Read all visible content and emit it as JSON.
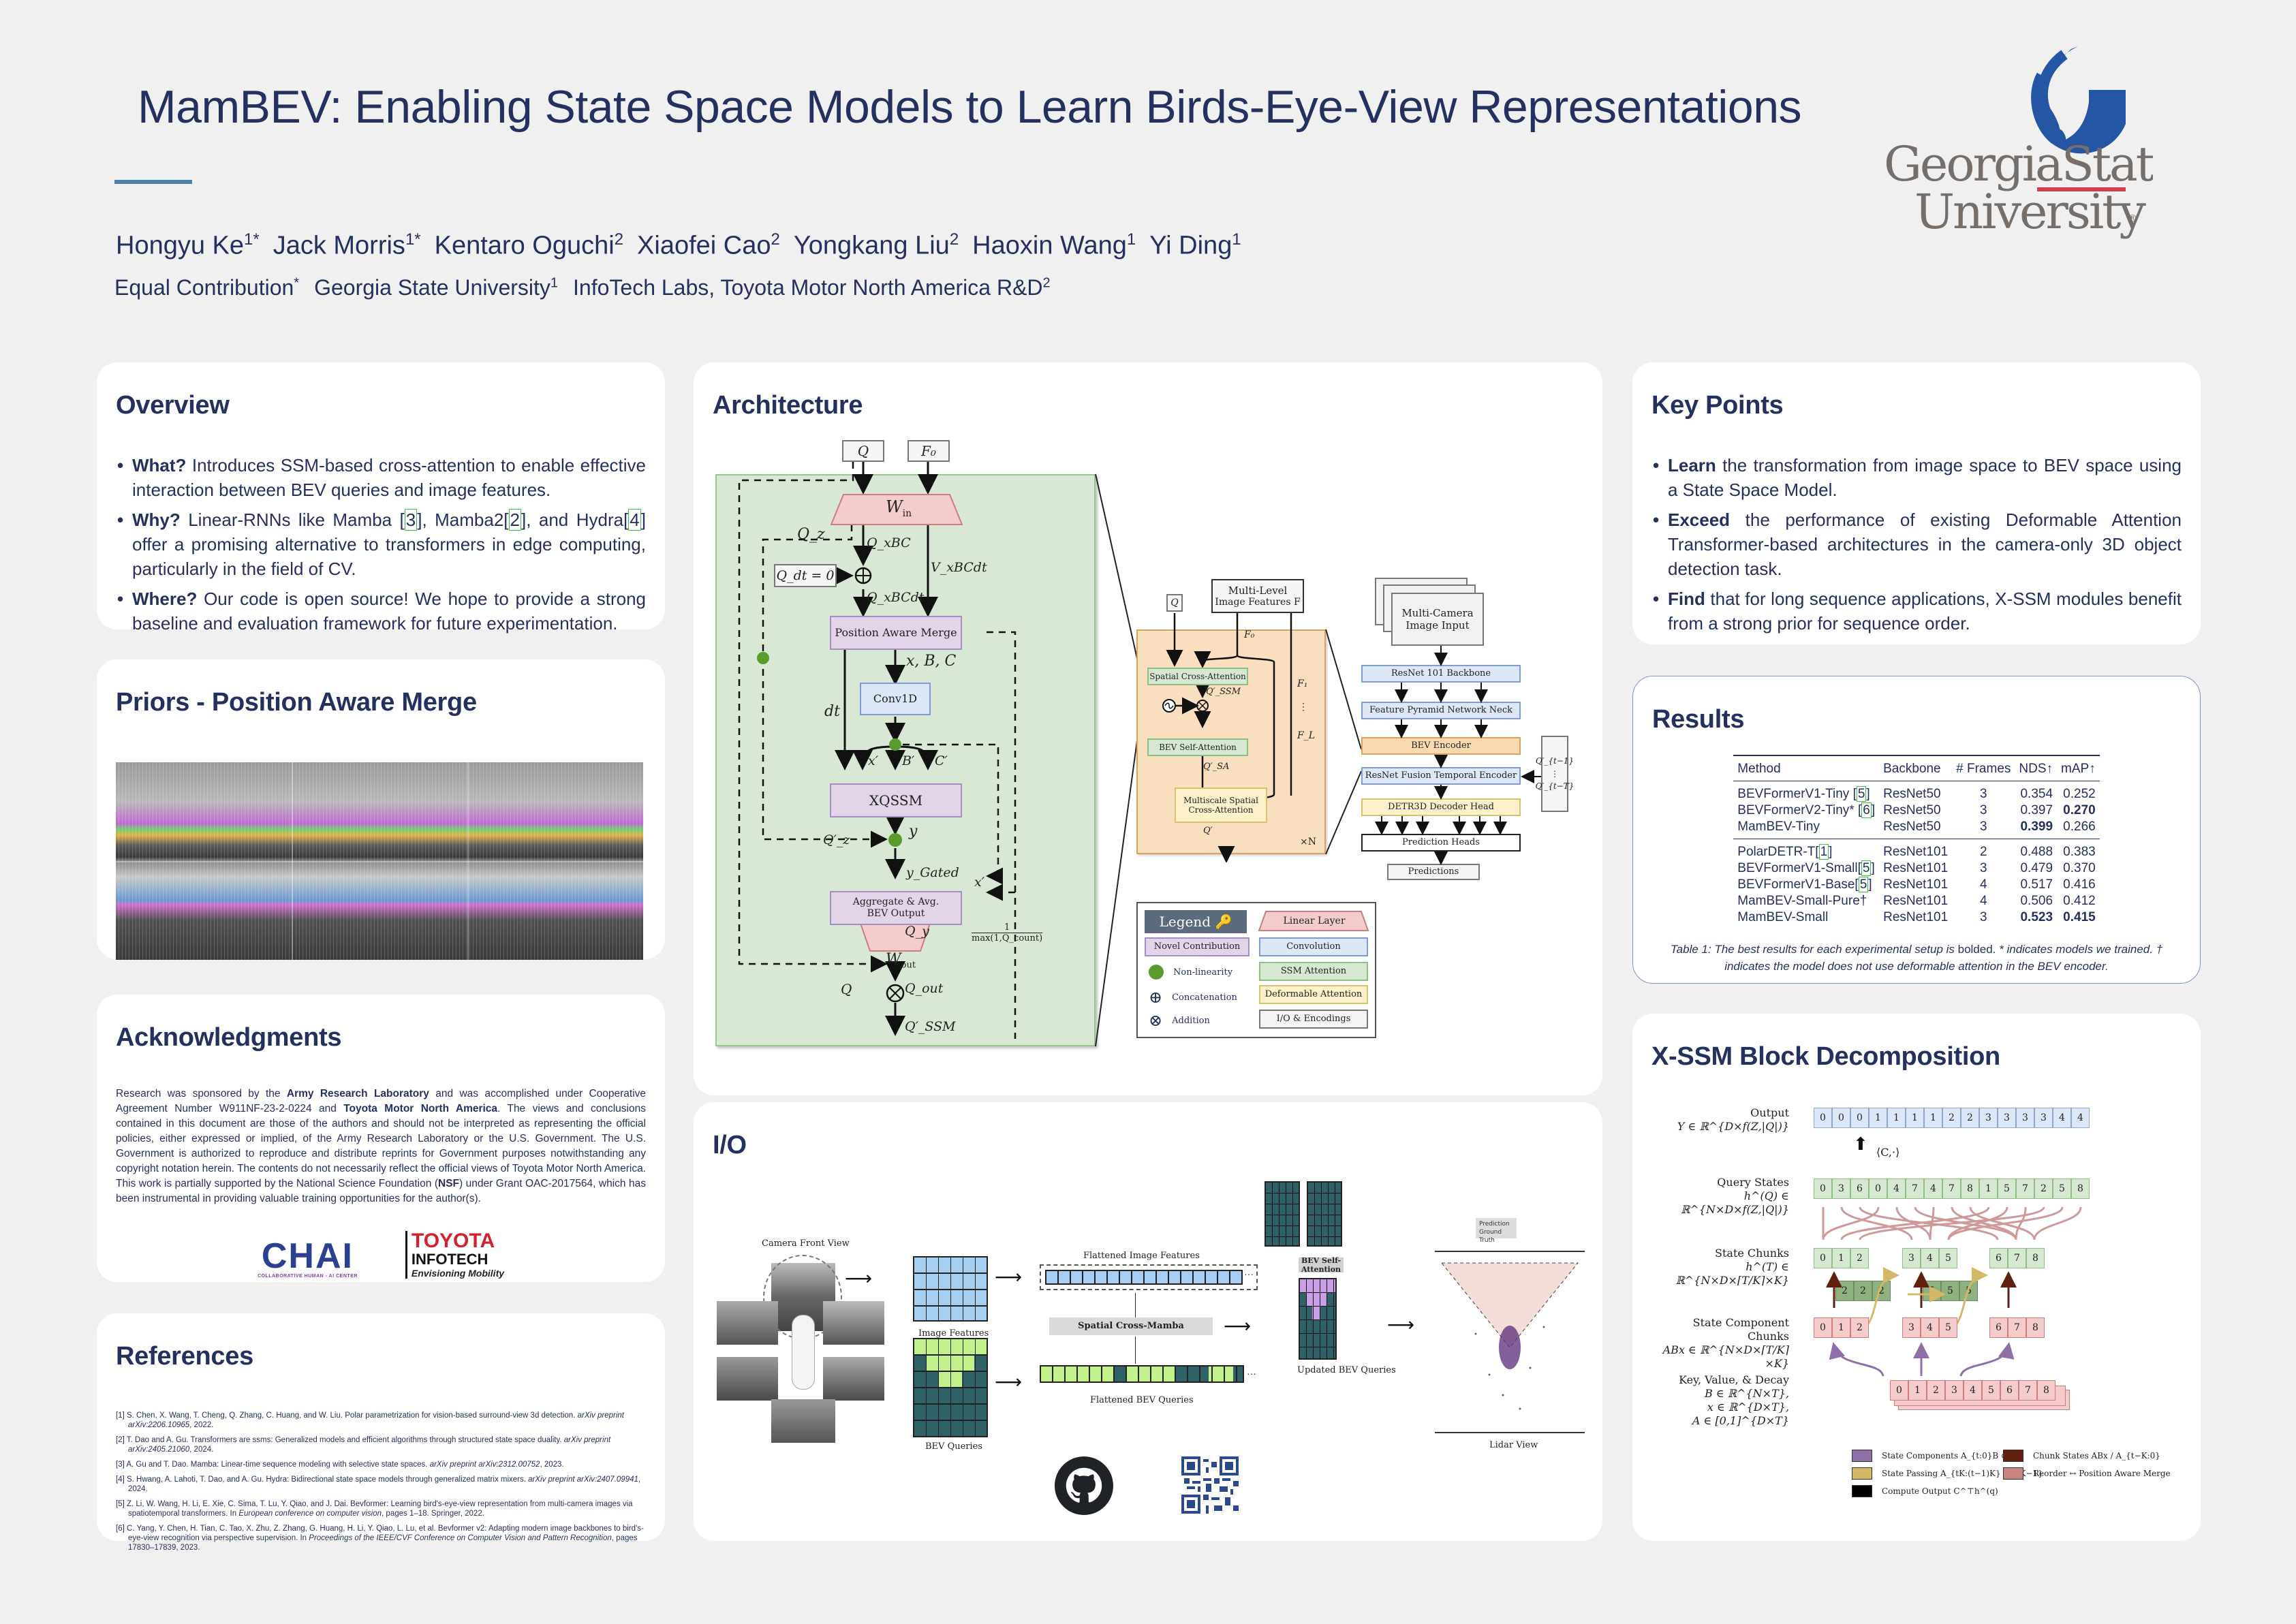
{
  "header": {
    "title": "MamBEV: Enabling State Space Models to Learn Birds-Eye-View Representations",
    "authors": [
      {
        "name": "Hongyu Ke",
        "mark": "1*"
      },
      {
        "name": "Jack Morris",
        "mark": "1*"
      },
      {
        "name": "Kentaro Oguchi",
        "mark": "2"
      },
      {
        "name": "Xiaofei Cao",
        "mark": "2"
      },
      {
        "name": "Yongkang Liu",
        "mark": "2"
      },
      {
        "name": "Haoxin Wang",
        "mark": "1"
      },
      {
        "name": "Yi Ding",
        "mark": "1"
      }
    ],
    "affiliations": [
      {
        "name": "Equal Contribution",
        "mark": "*"
      },
      {
        "name": "Georgia State University",
        "mark": "1"
      },
      {
        "name": "InfoTech Labs, Toyota Motor North America R&D",
        "mark": "2"
      }
    ],
    "logo": {
      "line1": "GeorgiaState",
      "line2": "University",
      "registered": "®",
      "flame_color": "#2456a4",
      "text_color": "#766f69",
      "rule_color": "#d43f4b"
    }
  },
  "overview": {
    "title": "Overview",
    "items": [
      {
        "lead": "What?",
        "text": " Introduces SSM-based cross-attention to enable effective interaction between BEV queries and image features."
      },
      {
        "lead": "Why?",
        "pre": " Linear-RNNs like Mamba [",
        "r1": "3",
        "mid1": "], Mamba2[",
        "r2": "2",
        "mid2": "], and Hydra[",
        "r3": "4",
        "post": "] offer a promising alternative to transformers in edge computing, particularly in the field of CV."
      },
      {
        "lead": "Where?",
        "text": " Our code is open source! We hope to provide a strong baseline and evaluation framework for future experimentation."
      }
    ]
  },
  "priors": {
    "title": "Priors - Position Aware Merge",
    "image_alt": "Six-camera surround view with projected colored point priors"
  },
  "acknowledgments": {
    "title": "Acknowledgments",
    "p1": "Research was sponsored by the ",
    "b1": "Army Research Laboratory",
    "p2": " and was accomplished under Cooperative Agreement Number W911NF-23-2-0224 and ",
    "b2": "Toyota Motor North America",
    "p3": ".  The views and conclusions contained in this document are those of the authors and should not be interpreted as representing the official policies, either expressed or implied, of the Army Research Laboratory or the U.S. Government.  The U.S. Government is authorized to reproduce and distribute reprints for Government purposes notwithstanding any copyright notation herein.  The contents do not necessarily reflect the official views of Toyota Motor North America.  This work is partially supported by the National Science Foundation (",
    "b3": "NSF",
    "p4": ") under Grant OAC-2017564, which has been instrumental in providing valuable training opportunities for the author(s).",
    "chai": {
      "big": "CHAI",
      "small": "COLLABORATIVE HUMAN - AI CENTER"
    },
    "toyota": {
      "t1": "TOYOTA",
      "t2": "INFOTECH",
      "t3": "Envisioning Mobility"
    }
  },
  "references": {
    "title": "References",
    "items": [
      {
        "num": "[1]",
        "text": "S. Chen, X. Wang, T. Cheng, Q. Zhang, C. Huang, and W. Liu. Polar parametrization for vision-based surround-view 3d detection. ",
        "venue": "arXiv preprint arXiv:2206.10965",
        "tail": ", 2022."
      },
      {
        "num": "[2]",
        "text": "T. Dao and A. Gu. Transformers are ssms: Generalized models and efficient algorithms through structured state space duality. ",
        "venue": "arXiv preprint arXiv:2405.21060",
        "tail": ", 2024."
      },
      {
        "num": "[3]",
        "text": "A. Gu and T. Dao. Mamba: Linear-time sequence modeling with selective state spaces. ",
        "venue": "arXiv preprint arXiv:2312.00752",
        "tail": ", 2023."
      },
      {
        "num": "[4]",
        "text": "S. Hwang, A. Lahoti, T. Dao, and A. Gu. Hydra: Bidirectional state space models through generalized matrix mixers. ",
        "venue": "arXiv preprint arXiv:2407.09941",
        "tail": ", 2024."
      },
      {
        "num": "[5]",
        "text": "Z. Li, W. Wang, H. Li, E. Xie, C. Sima, T. Lu, Y. Qiao, and J. Dai. Bevformer: Learning bird's-eye-view representation from multi-camera images via spatiotemporal transformers. In ",
        "venue": "European conference on computer vision",
        "tail": ", pages 1–18. Springer, 2022."
      },
      {
        "num": "[6]",
        "text": "C. Yang, Y. Chen, H. Tian, C. Tao, X. Zhu, Z. Zhang, G. Huang, H. Li, Y. Qiao, L. Lu, et al. Bevformer v2: Adapting modern image backbones to bird's-eye-view recognition via perspective supervision. In ",
        "venue": "Proceedings of the IEEE/CVF Conference on Computer Vision and Pattern Recognition",
        "tail": ", pages 17830–17839, 2023."
      }
    ]
  },
  "architecture": {
    "title": "Architecture",
    "block": {
      "q": "Q",
      "f0": "F₀",
      "w_in": "W",
      "w_in_sub": "in",
      "qz": "Q_z",
      "qxbc": "Q_xBC",
      "vxbcdt": "V_xBCdt",
      "qdt": "Q_dt = 0",
      "qxbcdt": "Q_xBCdt",
      "pam": "Position Aware Merge",
      "xbc": "x, B, C",
      "conv": "Conv1D",
      "dt": "dt",
      "xp": "x′",
      "bp": "B′",
      "cp": "C′",
      "xqssm": "XQSSM",
      "y": "y",
      "qzp": "Q′_z",
      "ygated": "y_Gated",
      "agg1": "Aggregate & Avg.",
      "agg2": "BEV Output",
      "xp2": "x′",
      "frac_num": "1",
      "frac_den": "max(1,Q_count)",
      "qy": "Q_y",
      "w_out": "W",
      "w_out_sub": "out",
      "qout": "Q_out",
      "q2": "Q",
      "qssm": "Q′_SSM",
      "sigma": "σ",
      "star": "*"
    },
    "encoder": {
      "q": "Q",
      "mlf1": "Multi-Level",
      "mlf2": "Image Features F",
      "f0": "F₀",
      "f1": "F₁",
      "vdots": "⋮",
      "fl": "F_L",
      "sca": "Spatial Cross-Attention",
      "qssm": "Q′_SSM",
      "bsa": "BEV Self-Attention",
      "qsa": "Q′_SA",
      "msca1": "Multiscale Spatial",
      "msca2": "Cross-Attention",
      "qp": "Q′",
      "xn": "×N"
    },
    "pipeline": {
      "mci1": "Multi-Camera",
      "mci2": "Image Input",
      "backbone": "ResNet 101 Backbone",
      "fpn": "Feature Pyramid Network Neck",
      "bev_enc": "BEV Encoder",
      "temporal": "ResNet Fusion Temporal Encoder",
      "decoder": "DETR3D Decoder Head",
      "heads": "Prediction Heads",
      "preds": "Predictions",
      "qt1": "Q′_{t−1}",
      "qvd": "⋮",
      "qtT": "Q′_{t−T}"
    },
    "legend": {
      "title": "Legend 🔑",
      "items": [
        "Linear Layer",
        "Novel Contribution",
        "Convolution",
        "Non-linearity",
        "SSM Attention",
        "Concatenation",
        "Deformable Attention",
        "Addition",
        "I/O & Encodings"
      ]
    }
  },
  "io": {
    "title": "I/O",
    "camera_front": "Camera Front View",
    "image_features": "Image Features",
    "flat_img": "Flattened Image Features",
    "scm": "Spatial Cross-Mamba",
    "bev_queries": "BEV Queries",
    "flat_bev": "Flattened BEV Queries",
    "bsa": "BEV Self-Attention",
    "updated": "Updated BEV Queries",
    "lidar": "Lidar View",
    "legend_pred": "Prediction",
    "legend_gt": "Ground Truth",
    "ellipsis": "···",
    "github_icon": "github-icon",
    "qr_icon": "qr-code"
  },
  "key_points": {
    "title": "Key Points",
    "items": [
      {
        "lead": "Learn",
        "text": " the transformation from image space to BEV space using a State Space Model."
      },
      {
        "lead": "Exceed",
        "text": " the performance of existing Deformable Attention Transformer-based architectures in the camera-only 3D object detection task."
      },
      {
        "lead": "Find",
        "text": " that for long sequence applications, X-SSM modules benefit from a strong prior for sequence order."
      }
    ]
  },
  "results": {
    "title": "Results",
    "columns": [
      "Method",
      "Backbone",
      "# Frames",
      "NDS↑",
      "mAP↑"
    ],
    "groups": [
      [
        {
          "method": "BEVFormerV1-Tiny ",
          "ref": "5",
          "backbone": "ResNet50",
          "frames": "3",
          "nds": "0.354",
          "map": "0.252",
          "nds_bold": false,
          "map_bold": false
        },
        {
          "method": "BEVFormerV2-Tiny* ",
          "ref": "6",
          "backbone": "ResNet50",
          "frames": "3",
          "nds": "0.397",
          "map": "0.270",
          "nds_bold": false,
          "map_bold": true
        },
        {
          "method": "MamBEV-Tiny",
          "ref": "",
          "backbone": "ResNet50",
          "frames": "3",
          "nds": "0.399",
          "map": "0.266",
          "nds_bold": true,
          "map_bold": false
        }
      ],
      [
        {
          "method": "PolarDETR-T",
          "ref": "1",
          "backbone": "ResNet101",
          "frames": "2",
          "nds": "0.488",
          "map": "0.383",
          "nds_bold": false,
          "map_bold": false
        },
        {
          "method": "BEVFormerV1-Small",
          "ref": "5",
          "backbone": "ResNet101",
          "frames": "3",
          "nds": "0.479",
          "map": "0.370",
          "nds_bold": false,
          "map_bold": false
        },
        {
          "method": "BEVFormerV1-Base",
          "ref": "5",
          "backbone": "ResNet101",
          "frames": "4",
          "nds": "0.517",
          "map": "0.416",
          "nds_bold": false,
          "map_bold": false
        },
        {
          "method": "MamBEV-Small-Pure†",
          "ref": "",
          "backbone": "ResNet101",
          "frames": "4",
          "nds": "0.506",
          "map": "0.412",
          "nds_bold": false,
          "map_bold": false
        },
        {
          "method": "MamBEV-Small",
          "ref": "",
          "backbone": "ResNet101",
          "frames": "3",
          "nds": "0.523",
          "map": "0.415",
          "nds_bold": true,
          "map_bold": true
        }
      ]
    ],
    "caption_label": "Table 1:",
    "caption_a": " The best results for each experimental setup is ",
    "caption_b": "bolded.",
    "caption_c": " * indicates models we trained. † indicates the model does not use deformable attention in the BEV encoder."
  },
  "xssm": {
    "title": "X-SSM Block Decomposition",
    "output_label": "Output",
    "output_math": "Y ∈ ℝ^{D×f(Z,|Q|)}",
    "output_cells": [
      "0",
      "0",
      "0",
      "1",
      "1",
      "1",
      "1",
      "2",
      "2",
      "3",
      "3",
      "3",
      "3",
      "4",
      "4"
    ],
    "compute_label": "⟨C,·⟩",
    "query_label": "Query States",
    "query_math": "h^(Q) ∈ ℝ^{N×D×f(Z,|Q|)}",
    "query_cells": [
      "0",
      "3",
      "6",
      "0",
      "4",
      "7",
      "4",
      "7",
      "8",
      "1",
      "5",
      "7",
      "2",
      "5",
      "8"
    ],
    "chunk_label": "State Chunks",
    "chunk_math": "h^(T) ∈ ℝ^{N×D×⌈T/K⌉×K}",
    "chunk_cells": [
      [
        "0",
        "1",
        "2"
      ],
      [
        "3",
        "4",
        "5"
      ],
      [
        "6",
        "7",
        "8"
      ]
    ],
    "pass_cells": [
      [
        "2",
        "2",
        "2"
      ],
      [
        "5",
        "5",
        "5"
      ]
    ],
    "comp_label": "State Component Chunks",
    "comp_math": "ABx ∈ ℝ^{N×D×⌈T/K⌉×K}",
    "comp_cells": [
      [
        "0",
        "1",
        "2"
      ],
      [
        "3",
        "4",
        "5"
      ],
      [
        "6",
        "7",
        "8"
      ]
    ],
    "kvd_label": "Key, Value, & Decay",
    "kvd_math1": "B ∈ ℝ^{N×T},",
    "kvd_math2": "x ∈ ℝ^{D×T},",
    "kvd_math3": "A ∈ [0,1]^{D×T}",
    "kvd_cells": [
      "0",
      "1",
      "2",
      "3",
      "4",
      "5",
      "6",
      "7",
      "8"
    ],
    "legend": [
      {
        "label": "State Components A_{t:0}B ⊗ x",
        "color": "#8e6fa6"
      },
      {
        "label": "Chunk States ABx / A_{t−K:0}",
        "color": "#612010"
      },
      {
        "label": "State Passing A_{tK:(t−1)K} h′_{K−1}",
        "color": "#d4b865"
      },
      {
        "label": "Reorder ↔ Position Aware Merge",
        "color": "#c78582"
      },
      {
        "label": "Compute Output C^⊤h^(q)",
        "color": "#000000"
      }
    ]
  }
}
